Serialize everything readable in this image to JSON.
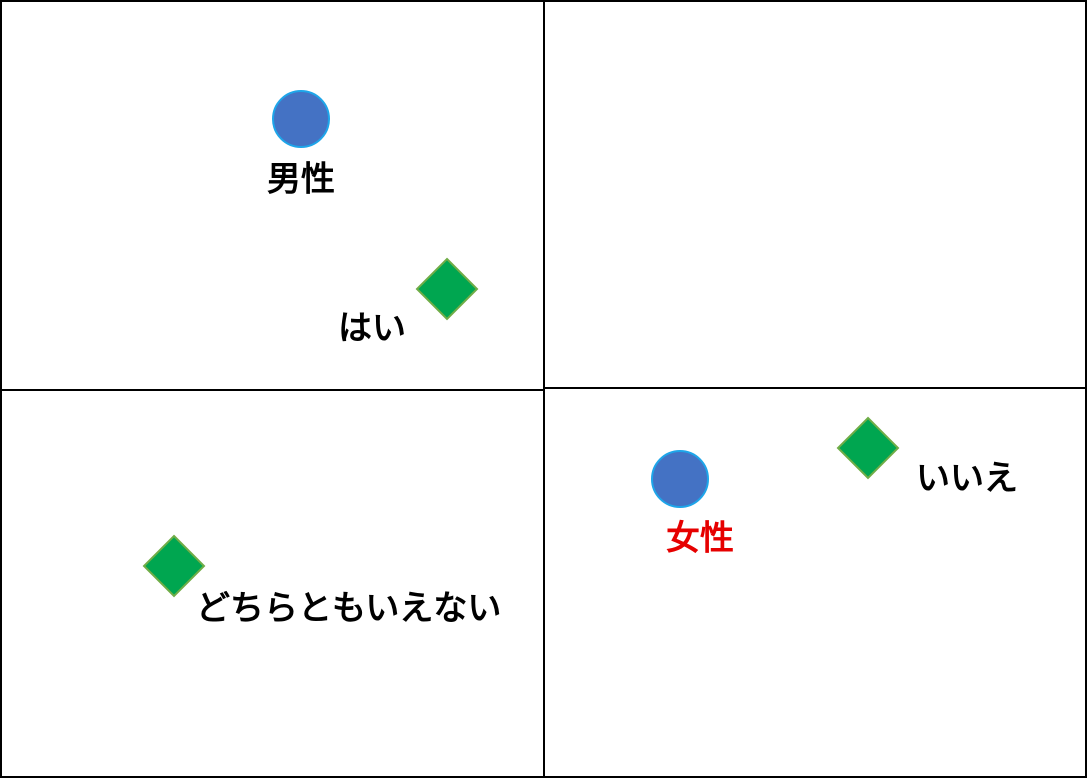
{
  "colors": {
    "circle_fill": "#4472C4",
    "circle_stroke": "#1EA5E9",
    "diamond_fill": "#00A650",
    "diamond_stroke": "#70AD47",
    "label_default": "#000000",
    "label_female": "#E60000",
    "grid_line": "#000000"
  },
  "markers": {
    "male": {
      "shape": "circle",
      "label": "男性"
    },
    "female": {
      "shape": "circle",
      "label": "女性"
    },
    "yes": {
      "shape": "diamond",
      "label": "はい"
    },
    "no": {
      "shape": "diamond",
      "label": "いいえ"
    },
    "neutral": {
      "shape": "diamond",
      "label": "どちらともいえない"
    }
  }
}
